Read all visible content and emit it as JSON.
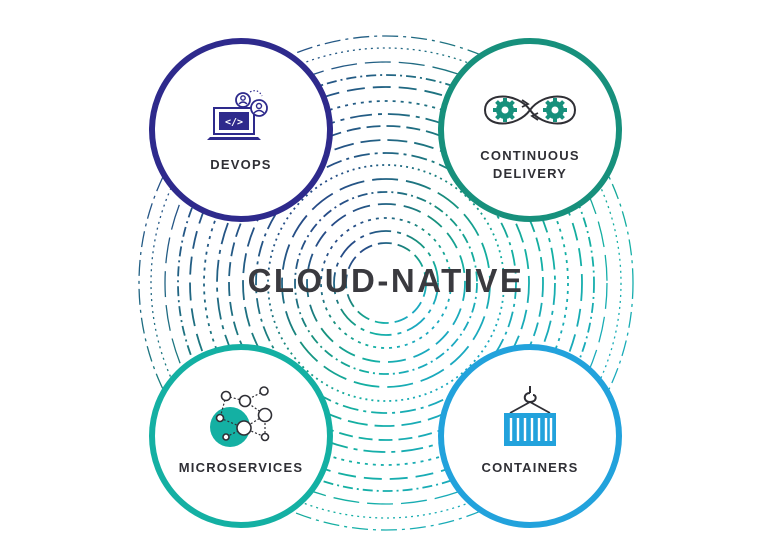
{
  "title": "CLOUD-NATIVE",
  "nodes": {
    "devops": {
      "label": "DEVOPS",
      "color": "#2e2a8c",
      "icon": "laptop-code-users-icon"
    },
    "continuous_delivery": {
      "line1": "CONTINUOUS",
      "line2": "DELIVERY",
      "color": "#17907c",
      "icon": "gears-infinity-icon"
    },
    "microservices": {
      "label": "MICROSERVICES",
      "color": "#14b0a3",
      "icon": "network-nodes-icon"
    },
    "containers": {
      "label": "CONTAINERS",
      "color": "#22a2dc",
      "icon": "shipping-container-hook-icon"
    }
  },
  "colors": {
    "ring_gradient": [
      "#2e2a8c",
      "#17907c",
      "#14b0a3",
      "#22a2dc"
    ],
    "text": "#2f2f35"
  }
}
